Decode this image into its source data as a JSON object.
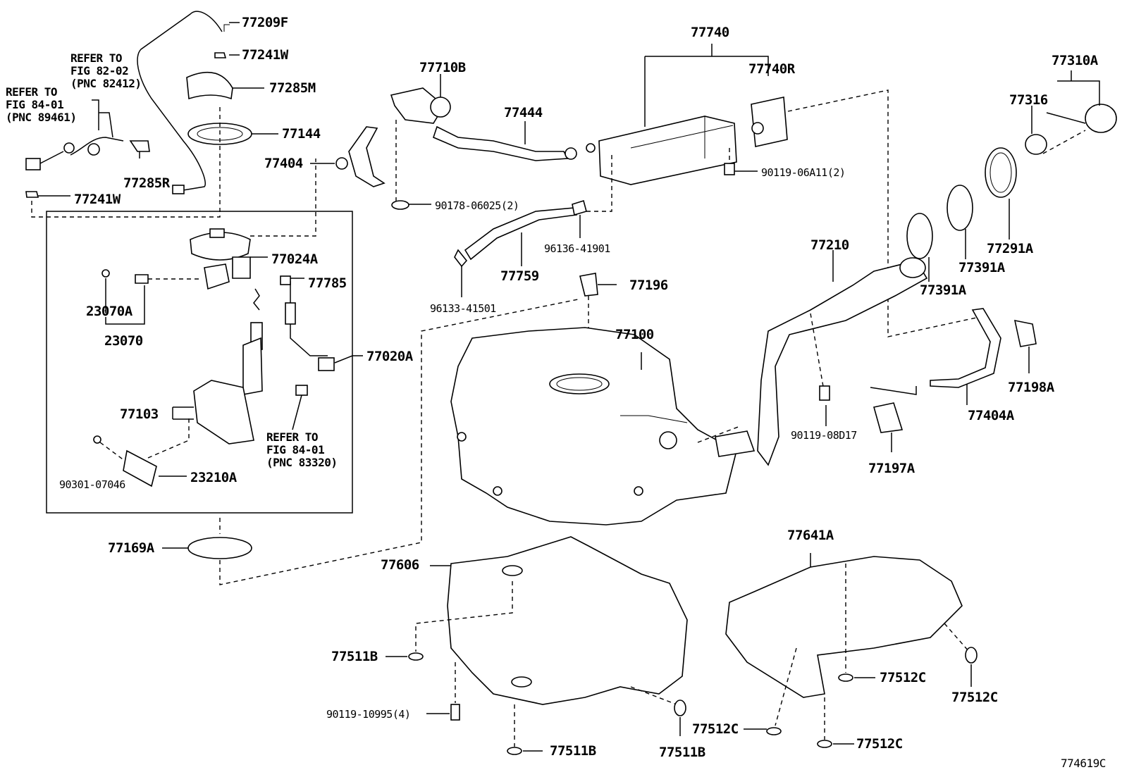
{
  "labels": {
    "p77209F": "77209F",
    "p77241W_top": "77241W",
    "p77285M": "77285M",
    "p77144": "77144",
    "p77285R": "77285R",
    "p77241W_left": "77241W",
    "p77404": "77404",
    "p77024A": "77024A",
    "p77785": "77785",
    "p23070A": "23070A",
    "p23070": "23070",
    "p77020A": "77020A",
    "p77103": "77103",
    "p90301": "90301-07046",
    "p23210A": "23210A",
    "p77169A": "77169A",
    "p77710B": "77710B",
    "p77444": "77444",
    "p90178": "90178-06025(2)",
    "p77759": "77759",
    "p96136": "96136-41901",
    "p96133": "96133-41501",
    "p77740": "77740",
    "p77740R": "77740R",
    "p90119_06A11": "90119-06A11(2)",
    "p77196": "77196",
    "p77100": "77100",
    "p77310A": "77310A",
    "p77316": "77316",
    "p77291A": "77291A",
    "p77391A_a": "77391A",
    "p77391A_b": "77391A",
    "p77210": "77210",
    "p77198A": "77198A",
    "p77404A": "77404A",
    "p90119_08D17": "90119-08D17",
    "p77197A": "77197A",
    "p77606": "77606",
    "p77641A": "77641A",
    "p77511B_left": "77511B",
    "p90119_10995": "90119-10995(4)",
    "p77511B_bot": "77511B",
    "p77511B_mid": "77511B",
    "p77512C_a": "77512C",
    "p77512C_b": "77512C",
    "p77512C_c": "77512C",
    "p77512C_d": "77512C",
    "fig_id": "774619C"
  },
  "refs": {
    "ref_82": "REFER TO\nFIG 82-02\n(PNC 82412)",
    "ref_84a": "REFER TO\nFIG 84-01\n(PNC 89461)",
    "ref_84b": "REFER TO\nFIG 84-01\n(PNC 83320)"
  }
}
